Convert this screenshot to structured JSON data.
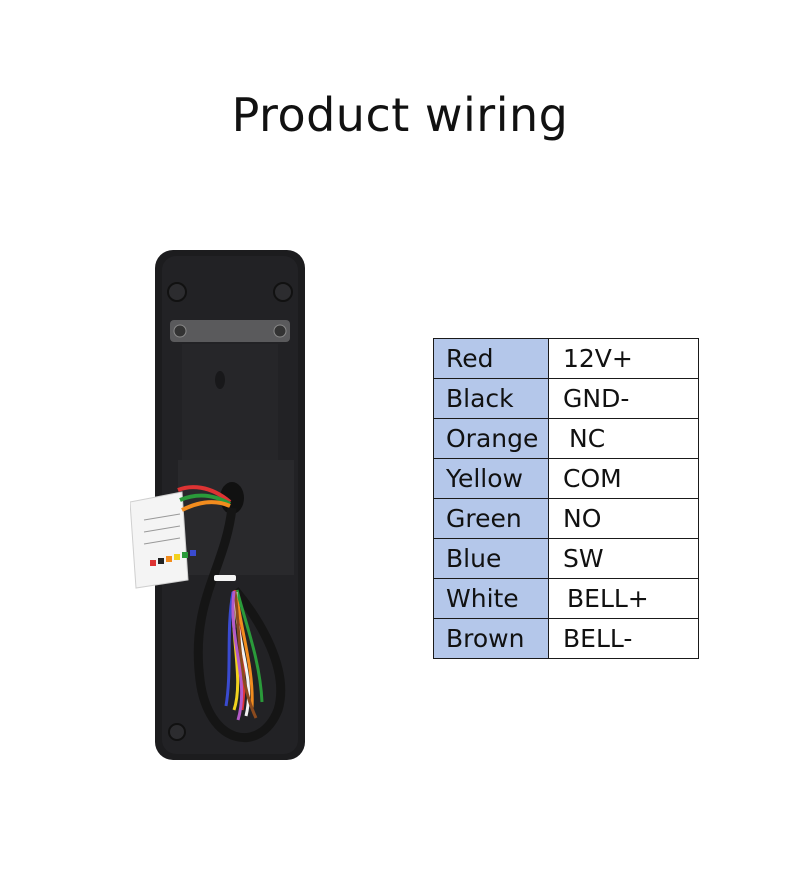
{
  "title": "Product wiring",
  "colors": {
    "table_header_fill": "#b4c7ea",
    "device_body": "#1c1c1e"
  },
  "wiring": [
    {
      "color": "Red",
      "function": "12V+"
    },
    {
      "color": "Black",
      "function": "GND-"
    },
    {
      "color": "Orange",
      "function": "NC"
    },
    {
      "color": "Yellow",
      "function": "COM"
    },
    {
      "color": "Green",
      "function": "NO"
    },
    {
      "color": "Blue",
      "function": "SW"
    },
    {
      "color": "White",
      "function": "BELL+"
    },
    {
      "color": "Brown",
      "function": "BELL-"
    }
  ]
}
